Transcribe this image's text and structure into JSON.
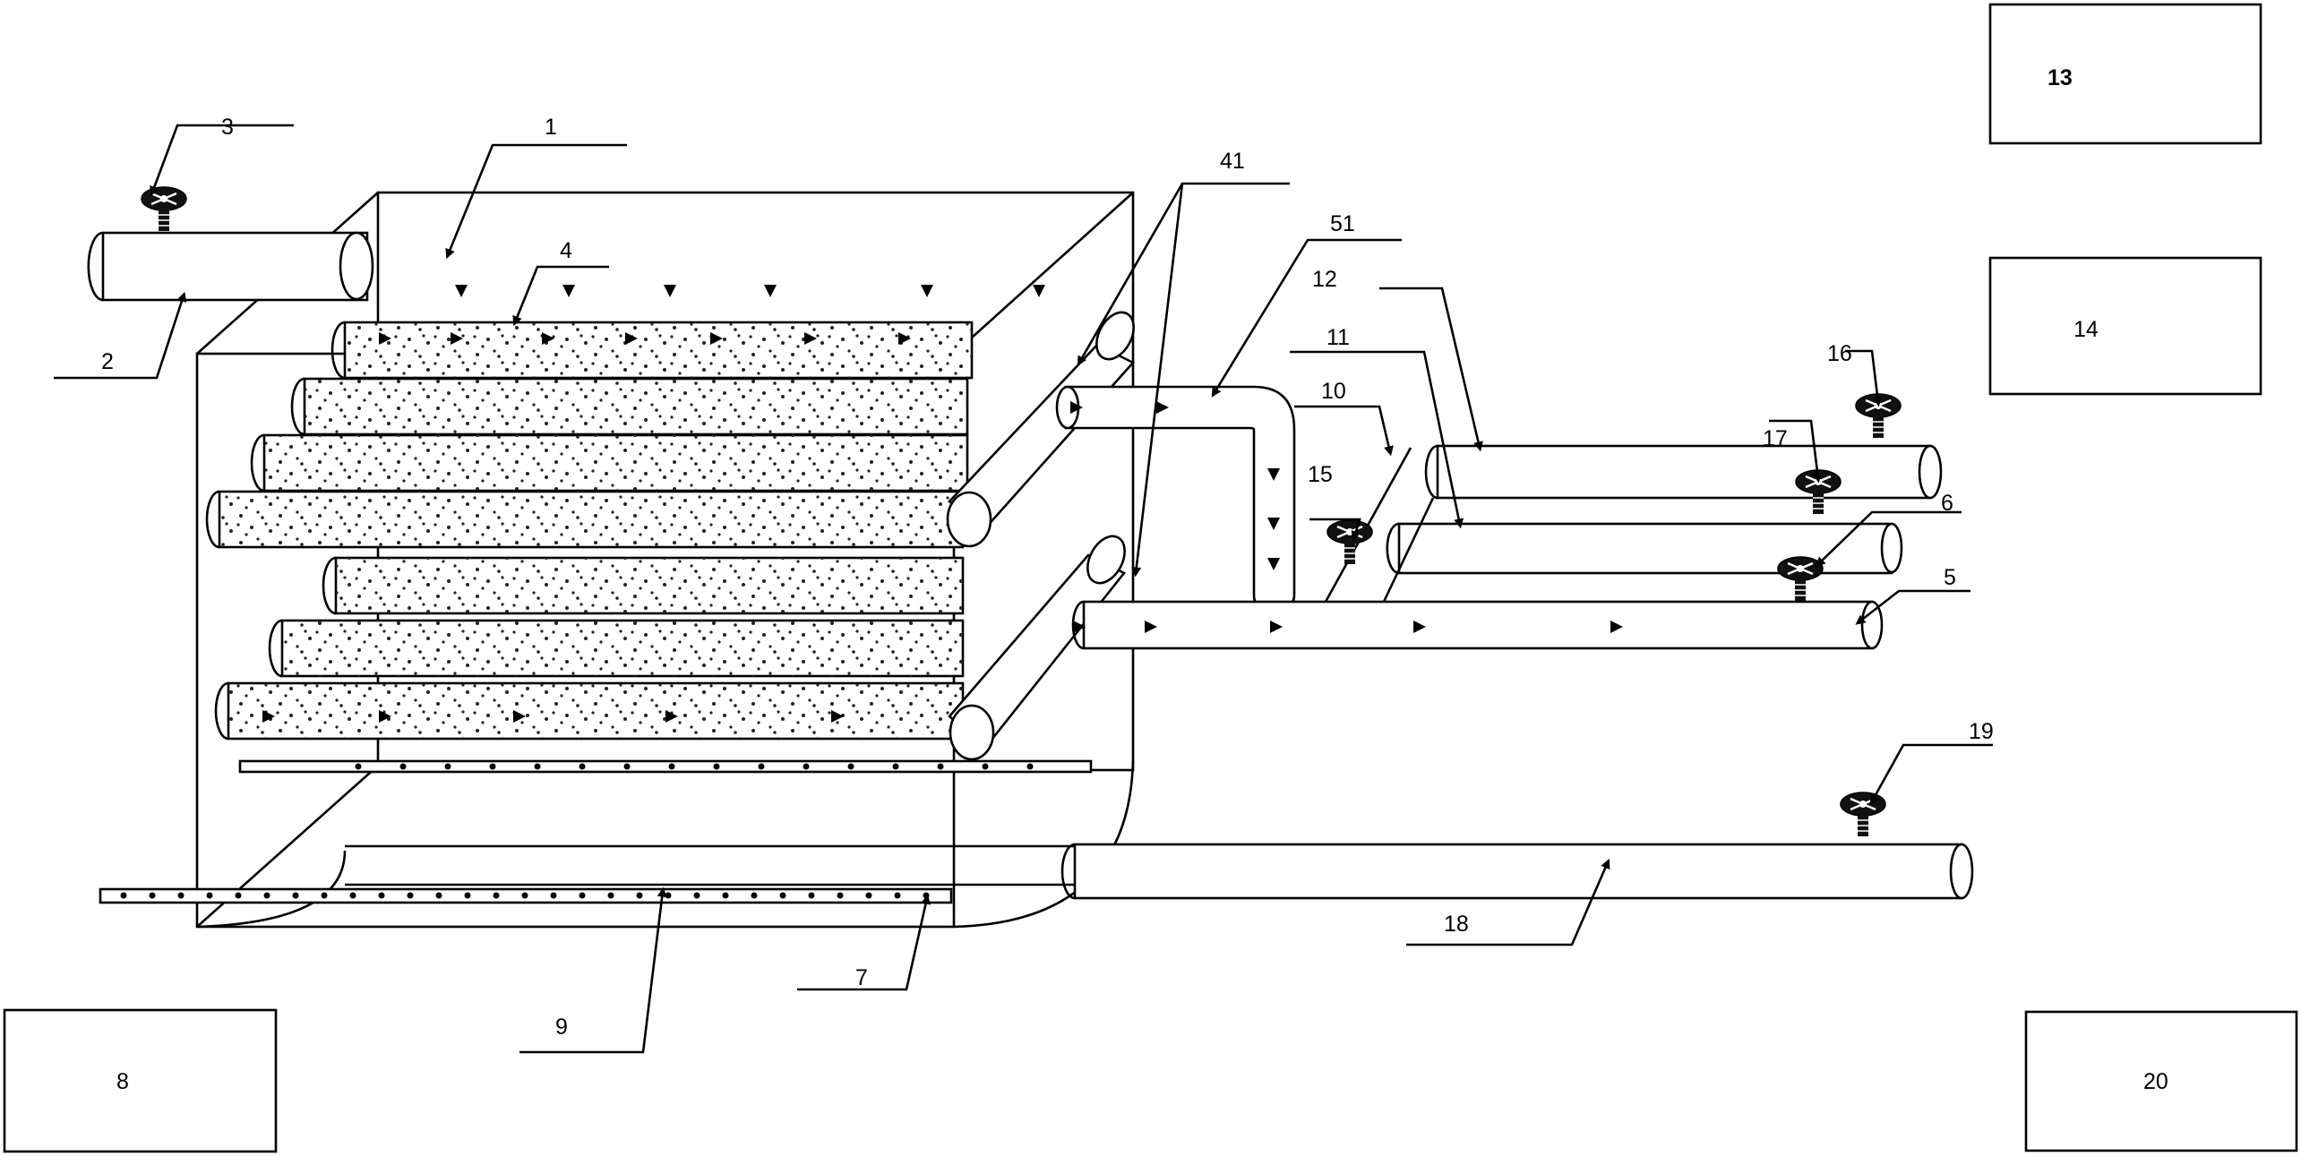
{
  "labels": {
    "l1": "1",
    "l2": "2",
    "l3": "3",
    "l4": "4",
    "l5": "5",
    "l6": "6",
    "l7": "7",
    "l8": "8",
    "l9": "9",
    "l10": "10",
    "l11": "11",
    "l12": "12",
    "l13": "13",
    "l14": "14",
    "l15": "15",
    "l16": "16",
    "l17": "17",
    "l18": "18",
    "l19": "19",
    "l20": "20",
    "l41": "41",
    "l51": "51"
  },
  "colors": {
    "line": "#000000",
    "background": "#ffffff",
    "pore": "#222222"
  }
}
